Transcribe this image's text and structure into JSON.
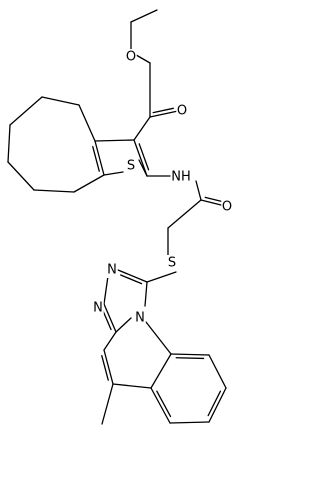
{
  "molecule": {
    "atoms": {
      "ester_ether_oxygen": "O",
      "carbonyl_oxygen_ester": "O",
      "thiophene_sulfur": "S",
      "amide_nitrogen": "NH",
      "amide_carbonyl_oxygen": "O",
      "thioether_sulfur": "S",
      "triazole_nitrogen_1": "N",
      "triazole_nitrogen_2": "N",
      "bridgehead_nitrogen": "N"
    },
    "colors": {
      "bond": "#000000",
      "label": "#000000",
      "background": "#ffffff"
    }
  }
}
